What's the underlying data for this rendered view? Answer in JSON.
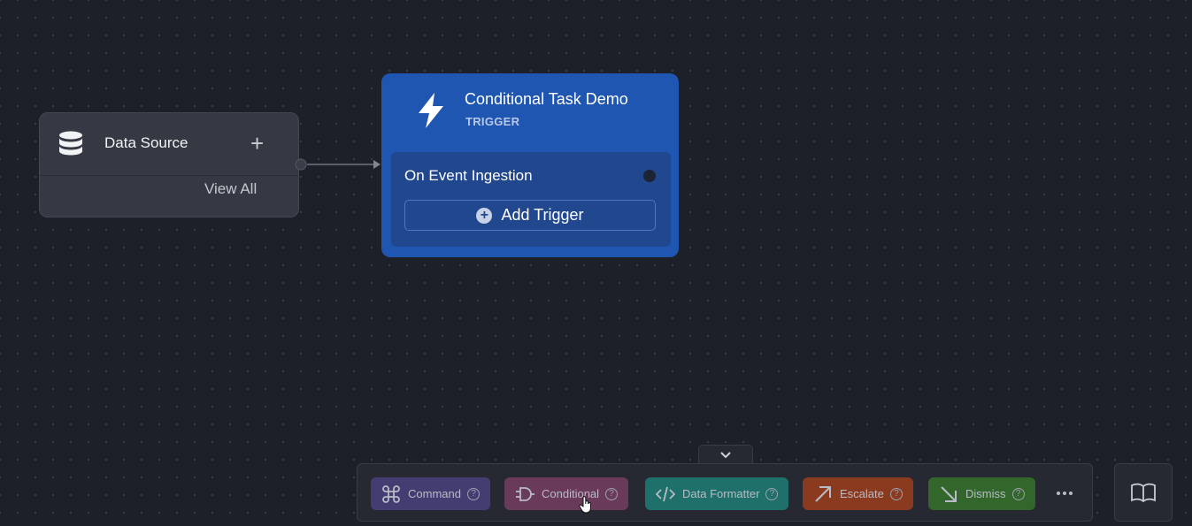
{
  "data_source_node": {
    "icon": "database-icon",
    "title": "Data Source",
    "add_label": "+",
    "view_all_label": "View All"
  },
  "trigger_node": {
    "icon": "lightning-icon",
    "title": "Conditional Task Demo",
    "subtitle": "TRIGGER",
    "event_label": "On Event Ingestion",
    "add_trigger_icon": "+",
    "add_trigger_label": "Add Trigger",
    "color": "#1f56b2"
  },
  "toolbar": {
    "collapse_icon": "chevron-down-icon",
    "help_symbol": "?",
    "items": [
      {
        "label": "Command",
        "icon": "command-icon",
        "color": "#433d72"
      },
      {
        "label": "Conditional",
        "icon": "conditional-icon",
        "color": "#6a3a5a"
      },
      {
        "label": "Data Formatter",
        "icon": "code-icon",
        "color": "#1f6f6a"
      },
      {
        "label": "Escalate",
        "icon": "arrow-up-right-icon",
        "color": "#8a3a1f"
      },
      {
        "label": "Dismiss",
        "icon": "arrow-down-right-icon",
        "color": "#33662a"
      }
    ],
    "more_icon": "ellipsis-icon",
    "docs_icon": "book-icon"
  },
  "colors": {
    "canvas_background": "#1d2029",
    "node_background": "#353943",
    "accent_blue": "#1f56b2"
  }
}
